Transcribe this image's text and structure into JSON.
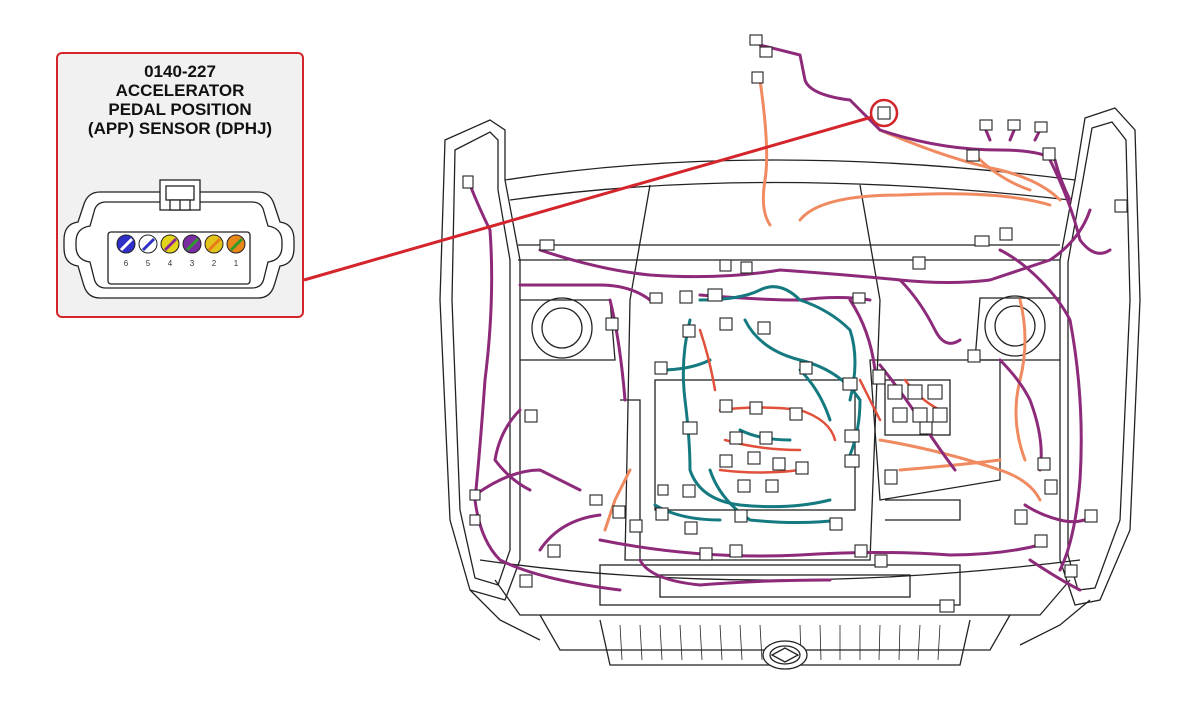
{
  "callout": {
    "title_lines": [
      "0140-227",
      "ACCELERATOR",
      "PEDAL POSITION",
      "(APP) SENSOR (DPHJ)"
    ],
    "pins": [
      {
        "number": "6",
        "color": "#2e2ec8",
        "stripe": "#ffffff"
      },
      {
        "number": "5",
        "color": "#ffffff",
        "stripe": "#2e2ec8"
      },
      {
        "number": "4",
        "color": "#e3d51a",
        "stripe": "#8a2a9a"
      },
      {
        "number": "3",
        "color": "#7b2ca0",
        "stripe": "#2e9a2e"
      },
      {
        "number": "2",
        "color": "#e3c21a",
        "stripe": "#e87a1a"
      },
      {
        "number": "1",
        "color": "#e8861a",
        "stripe": "#2e9a2e"
      }
    ]
  },
  "colors": {
    "callout_border": "#d3252b",
    "pointer_line": "#d3252b",
    "harness_main": "#8e2a7a",
    "harness_engine": "#147a80",
    "harness_sensor": "#f08a60",
    "harness_red": "#e0503a",
    "outline": "#222222"
  }
}
